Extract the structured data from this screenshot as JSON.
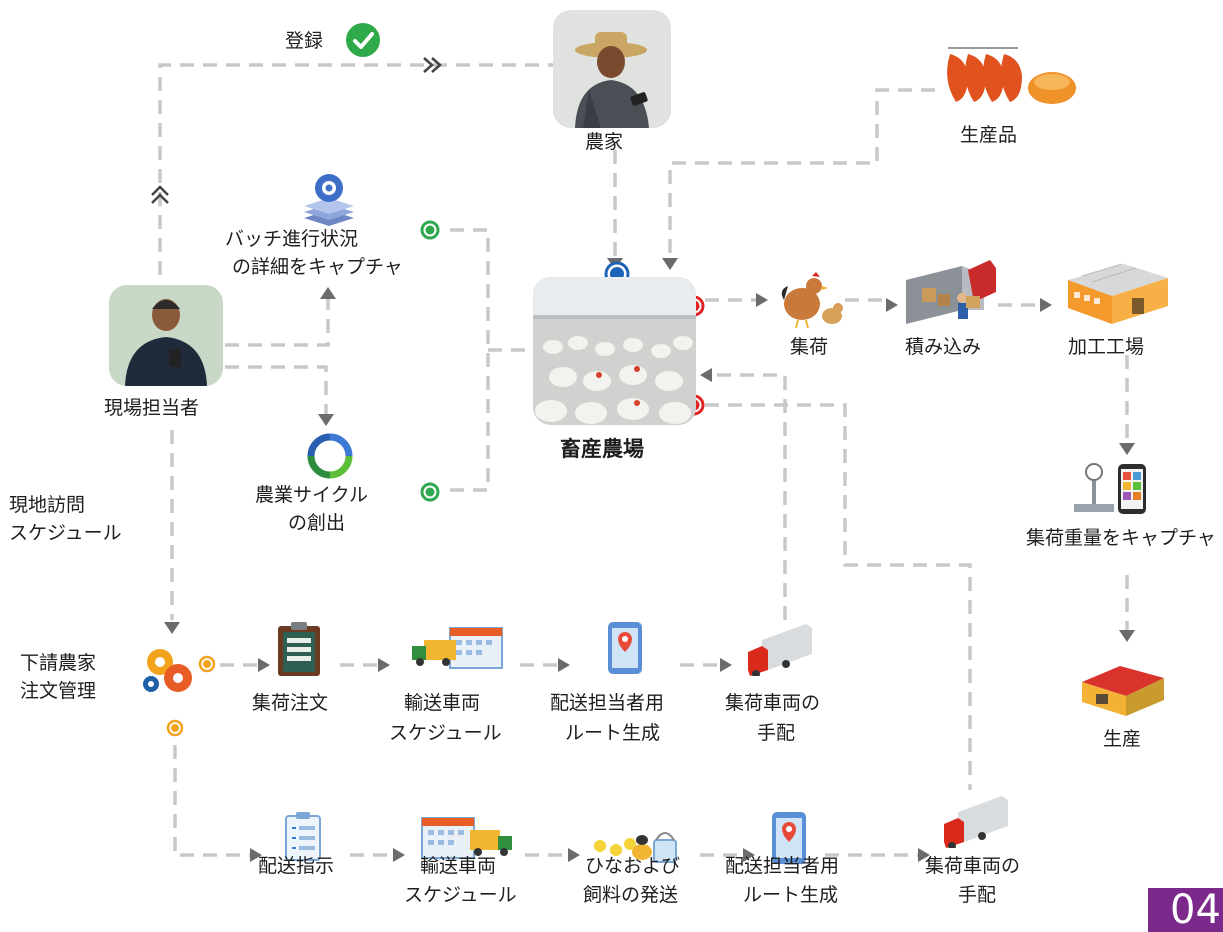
{
  "nodes": {
    "register": "登録",
    "farmer": "農家",
    "products": "生産品",
    "batch_progress": [
      "バッチ進行状況",
      "の詳細をキャプチャ"
    ],
    "field_staff": "現場担当者",
    "livestock_farm": "畜産農場",
    "collection": "集荷",
    "loading": "積み込み",
    "processing_plant": "加工工場",
    "farming_cycle": [
      "農業サイクル",
      "の創出"
    ],
    "site_visit": [
      "現地訪問",
      "スケジュール"
    ],
    "collection_weight": "集荷重量をキャプチャ",
    "production": "生産",
    "subcontract": [
      "下請農家",
      "注文管理"
    ],
    "collection_order": "集荷注文",
    "transport_schedule_1": [
      "輸送車両",
      "スケジュール"
    ],
    "route_gen_1": [
      "配送担当者用",
      "ルート生成"
    ],
    "dispatch_1": [
      "集荷車両の",
      "手配"
    ],
    "delivery_instruction": "配送指示",
    "transport_schedule_2": [
      "輸送車両",
      "スケジュール"
    ],
    "chick_feed": [
      "ひなおよび",
      "飼料の発送"
    ],
    "route_gen_2": [
      "配送担当者用",
      "ルート生成"
    ],
    "dispatch_2": [
      "集荷車両の",
      "手配"
    ]
  },
  "page_number": "04",
  "colors": {
    "connector": "#c8c8c8",
    "arrow": "#6b6b6b",
    "green_dot": "#2fa84f",
    "red_dot": "#e02424",
    "blue_dot": "#1d63b8",
    "orange_dot": "#f2a31b",
    "check": "#2faa4a",
    "page_badge": "#7b2a8c"
  }
}
